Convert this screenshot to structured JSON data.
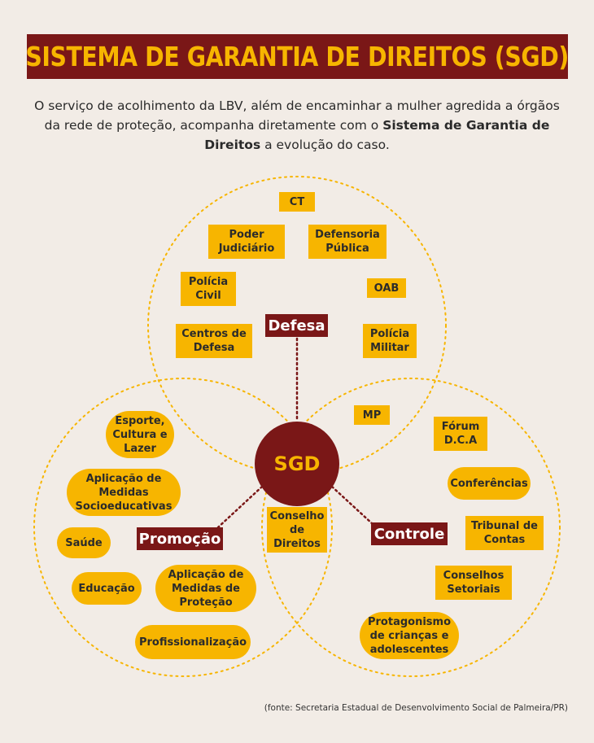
{
  "title": "SISTEMA DE GARANTIA DE DIREITOS (SGD)",
  "intro": {
    "part1": "O serviço de acolhimento da LBV, além de encaminhar a mulher agredida a órgãos da rede de proteção, acompanha diretamente com o ",
    "bold": "Sistema de Garantia de Direitos",
    "part2": " a evolução do caso."
  },
  "center": "SGD",
  "groups": {
    "defesa": "Defesa",
    "promocao": "Promoção",
    "controle": "Controle"
  },
  "defesa_items": {
    "ct": "CT",
    "poder_judiciario": "Poder Judiciário",
    "defensoria": "Defensoria Pública",
    "policia_civil": "Polícia Civil",
    "oab": "OAB",
    "centros_defesa": "Centros de Defesa",
    "policia_militar": "Polícia Militar",
    "mp": "MP"
  },
  "shared_item": "Conselho de Direitos",
  "promocao_items": {
    "esporte": "Esporte, Cultura e Lazer",
    "aplicacao_socio": "Aplicação de Medidas Socioeducativas",
    "saude": "Saúde",
    "educacao": "Educação",
    "aplicacao_protecao": "Aplicação de Medidas de Proteção",
    "profissionalizacao": "Profissionalização"
  },
  "controle_items": {
    "forum": "Fórum D.C.A",
    "conferencias": "Conferências",
    "tribunal": "Tribunal de Contas",
    "conselhos": "Conselhos Setoriais",
    "protagonismo": "Protagonismo de crianças e adolescentes"
  },
  "source": "(fonte: Secretaria Estadual de Desenvolvimento Social de Palmeira/PR)",
  "colors": {
    "dark_red": "#7a1717",
    "yellow": "#f7b500",
    "background": "#f2ece6"
  }
}
